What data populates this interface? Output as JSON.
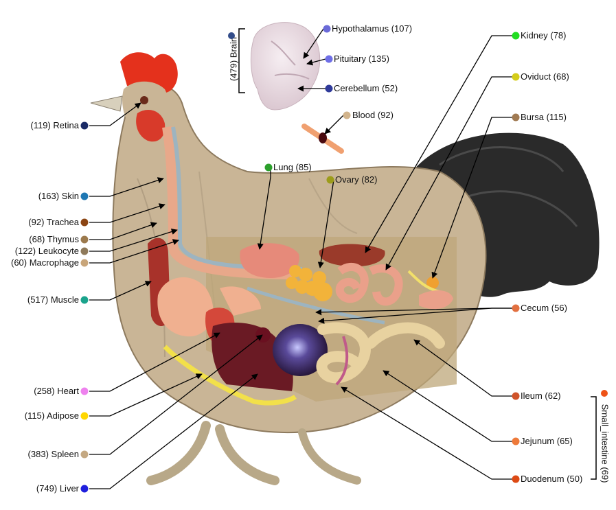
{
  "colors": {
    "Retina": "#1a2a66",
    "Skin": "#1f78b4",
    "Trachea": "#8b4513",
    "Thymus": "#9c7a4d",
    "Leukocyte": "#8f7a5a",
    "Macrophage": "#c8a57a",
    "Muscle": "#1aa38c",
    "Heart": "#ee82ee",
    "Adipose": "#ffd700",
    "Spleen": "#c4a882",
    "Liver": "#1f1fdd",
    "Brain": "#334d8a",
    "Hypothalamus": "#6a6ad8",
    "Pituitary": "#6e6ee6",
    "Cerebellum": "#2f3a9a",
    "Blood": "#d2b48c",
    "Lung": "#2ca02c",
    "Ovary": "#9c9c1a",
    "Kidney": "#22dd22",
    "Oviduct": "#d4cc1a",
    "Bursa": "#a07a52",
    "Cecum": "#e27040",
    "Ileum": "#d0542a",
    "Jejunum": "#ee7a3a",
    "Duodenum": "#dd4a14",
    "Small_intestine": "#ee5216"
  },
  "left_labels": [
    {
      "key": "Retina",
      "text": "(119) Retina"
    },
    {
      "key": "Skin",
      "text": "(163) Skin"
    },
    {
      "key": "Trachea",
      "text": "(92) Trachea"
    },
    {
      "key": "Thymus",
      "text": "(68) Thymus"
    },
    {
      "key": "Leukocyte",
      "text": "(122) Leukocyte"
    },
    {
      "key": "Macrophage",
      "text": "(60) Macrophage"
    },
    {
      "key": "Muscle",
      "text": "(517) Muscle"
    },
    {
      "key": "Heart",
      "text": "(258) Heart"
    },
    {
      "key": "Adipose",
      "text": "(115) Adipose"
    },
    {
      "key": "Spleen",
      "text": "(383) Spleen"
    },
    {
      "key": "Liver",
      "text": "(749) Liver"
    }
  ],
  "right_labels": [
    {
      "key": "Hypothalamus",
      "text": "Hypothalamus (107)"
    },
    {
      "key": "Pituitary",
      "text": "Pituitary (135)"
    },
    {
      "key": "Cerebellum",
      "text": "Cerebellum (52)"
    },
    {
      "key": "Blood",
      "text": "Blood (92)"
    },
    {
      "key": "Lung",
      "text": "Lung (85)"
    },
    {
      "key": "Ovary",
      "text": "Ovary (82)"
    },
    {
      "key": "Kidney",
      "text": "Kidney (78)"
    },
    {
      "key": "Oviduct",
      "text": "Oviduct (68)"
    },
    {
      "key": "Bursa",
      "text": "Bursa (115)"
    },
    {
      "key": "Cecum",
      "text": "Cecum (56)"
    },
    {
      "key": "Ileum",
      "text": "Ileum (62)"
    },
    {
      "key": "Jejunum",
      "text": "Jejunum (65)"
    },
    {
      "key": "Duodenum",
      "text": "Duodenum (50)"
    }
  ],
  "group_labels": {
    "Brain": "(479) Brain",
    "Small_intestine": "Small_intestine (69)"
  }
}
